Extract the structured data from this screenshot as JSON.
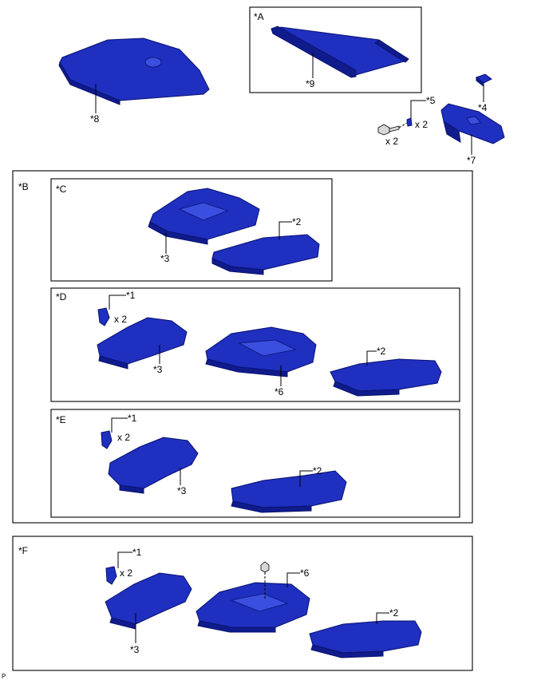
{
  "labels": {
    "A": "*A",
    "B": "*B",
    "C": "*C",
    "D": "*D",
    "E": "*E",
    "F": "*F",
    "p1": "*1",
    "p2": "*2",
    "p3": "*3",
    "p4": "*4",
    "p5": "*5",
    "p6": "*6",
    "p7": "*7",
    "p8": "*8",
    "p9": "*9",
    "x2": "x 2",
    "footer": "P"
  },
  "colors": {
    "part": "#1f2fbf",
    "part_dark": "#101b8c",
    "outline": "#0a1370"
  }
}
